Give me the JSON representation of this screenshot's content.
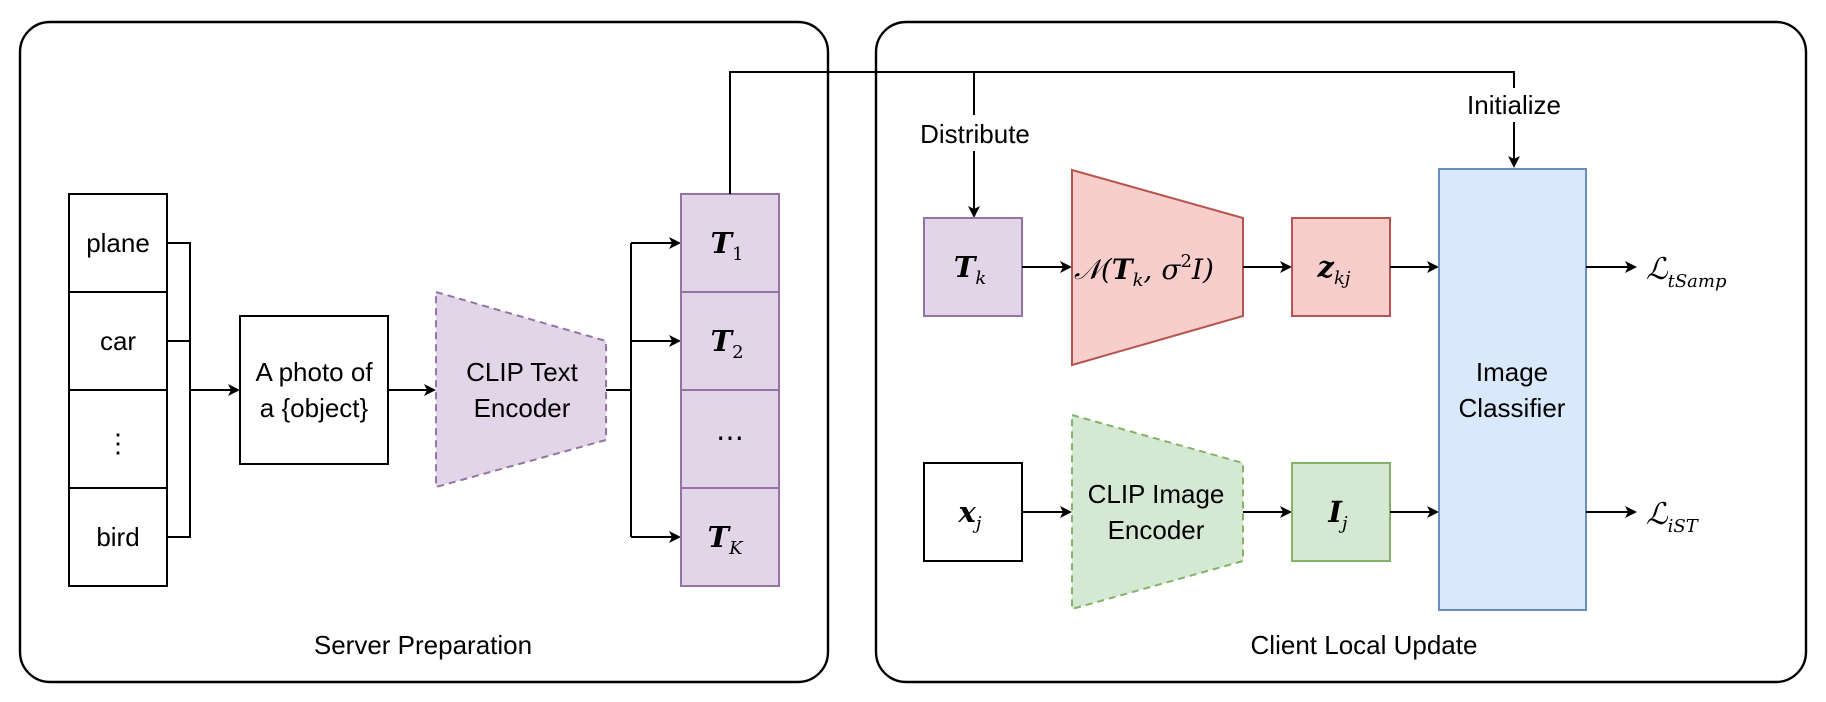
{
  "server": {
    "title": "Server Preparation",
    "classes": [
      "plane",
      "car",
      "⋮",
      "bird"
    ],
    "prompt_line1": "A photo of",
    "prompt_line2": "a {object}",
    "text_encoder_line1": "CLIP Text",
    "text_encoder_line2": "Encoder",
    "embeddings": [
      {
        "base": "T",
        "sub": "1"
      },
      {
        "base": "T",
        "sub": "2"
      },
      {
        "base": "⋯",
        "sub": ""
      },
      {
        "base": "T",
        "sub": "K"
      }
    ]
  },
  "client": {
    "title": "Client Local Update",
    "distribute_label": "Distribute",
    "initialize_label": "Initialize",
    "tk": {
      "base": "T",
      "sub": "k"
    },
    "gaussian": {
      "prefix": "𝒩(",
      "t": "T",
      "tsub": "k",
      "mid": ", σ",
      "sup": "2",
      "end": "I)"
    },
    "z": {
      "base": "z",
      "sub": "kj"
    },
    "x": {
      "base": "x",
      "sub": "j"
    },
    "image_encoder_line1": "CLIP Image",
    "image_encoder_line2": "Encoder",
    "i": {
      "base": "I",
      "sub": "j"
    },
    "classifier_line1": "Image",
    "classifier_line2": "Classifier",
    "loss_top": {
      "base": "ℒ",
      "sub": "tSamp"
    },
    "loss_bottom": {
      "base": "ℒ",
      "sub": "iST"
    }
  },
  "colors": {
    "purple_fill": "#e1d5e7",
    "purple_stroke": "#9673a6",
    "red_fill": "#f8cecc",
    "red_stroke": "#b85450",
    "green_fill": "#d5e8d4",
    "green_stroke": "#82b366",
    "blue_fill": "#dae8fc",
    "blue_stroke": "#6c8ebf"
  }
}
